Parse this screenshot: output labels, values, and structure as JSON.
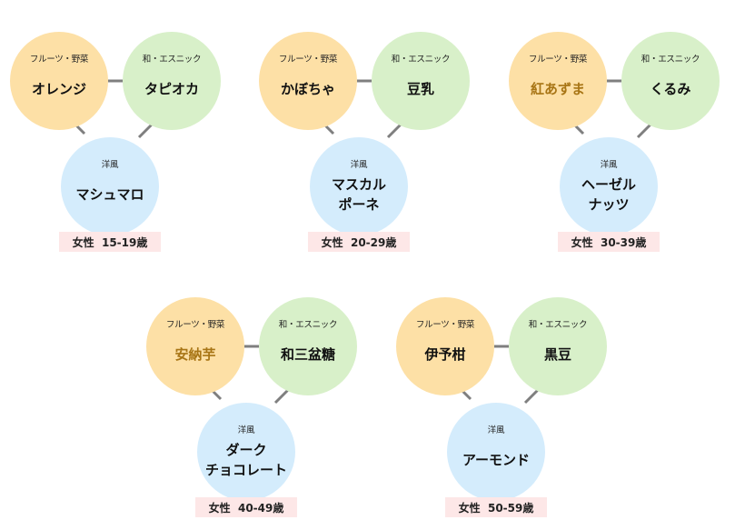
{
  "groups": [
    {
      "fruit": {
        "category": "フルーツ・野菜",
        "name": "オレンジ",
        "highlight": false
      },
      "wa": {
        "category": "和・エスニック",
        "name": "タピオカ"
      },
      "yo": {
        "category": "洋風",
        "name": "マシュマロ"
      },
      "label": "女性  15-19歳"
    },
    {
      "fruit": {
        "category": "フルーツ・野菜",
        "name": "かぼちゃ",
        "highlight": false
      },
      "wa": {
        "category": "和・エスニック",
        "name": "豆乳"
      },
      "yo": {
        "category": "洋風",
        "name": "マスカル\nポーネ"
      },
      "label": "女性  20-29歳"
    },
    {
      "fruit": {
        "category": "フルーツ・野菜",
        "name": "紅あずま",
        "highlight": true
      },
      "wa": {
        "category": "和・エスニック",
        "name": "くるみ"
      },
      "yo": {
        "category": "洋風",
        "name": "ヘーゼル\nナッツ"
      },
      "label": "女性  30-39歳"
    },
    {
      "fruit": {
        "category": "フルーツ・野菜",
        "name": "安納芋",
        "highlight": true
      },
      "wa": {
        "category": "和・エスニック",
        "name": "和三盆糖"
      },
      "yo": {
        "category": "洋風",
        "name": "ダーク\nチョコレート"
      },
      "label": "女性  40-49歳"
    },
    {
      "fruit": {
        "category": "フルーツ・野菜",
        "name": "伊予柑",
        "highlight": false
      },
      "wa": {
        "category": "和・エスニック",
        "name": "黒豆"
      },
      "yo": {
        "category": "洋風",
        "name": "アーモンド"
      },
      "label": "女性  50-59歳"
    }
  ],
  "colors": {
    "fruit": "#fde0a6",
    "wa": "#d8f0c9",
    "yo": "#d4ecfc",
    "label_bg": "#fde7e7",
    "highlight_text": "#a87515",
    "connector": "#7f7f7f"
  }
}
